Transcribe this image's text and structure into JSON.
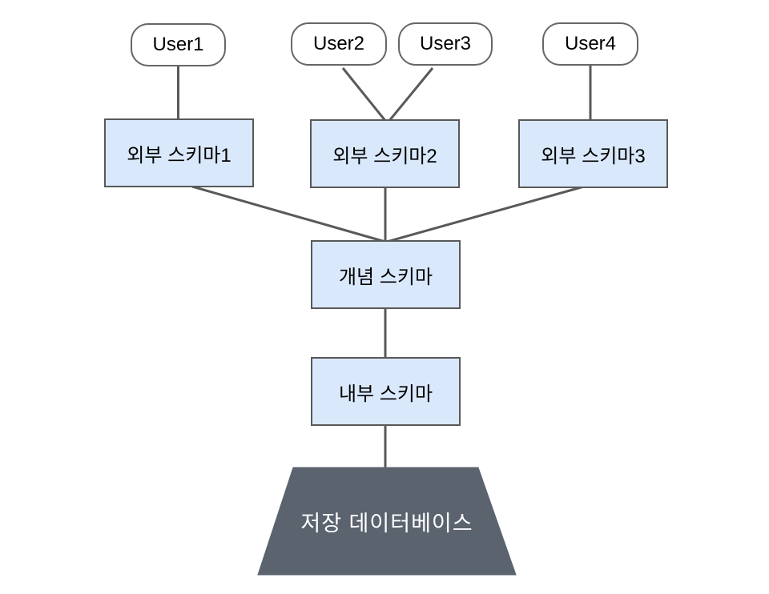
{
  "diagram": {
    "type": "database-three-schema-architecture",
    "users": [
      {
        "label": "User1"
      },
      {
        "label": "User2"
      },
      {
        "label": "User3"
      },
      {
        "label": "User4"
      }
    ],
    "external_schemas": [
      {
        "label": "외부 스키마1"
      },
      {
        "label": "외부 스키마2"
      },
      {
        "label": "외부 스키마3"
      }
    ],
    "conceptual_schema": {
      "label": "개념 스키마"
    },
    "internal_schema": {
      "label": "내부 스키마"
    },
    "stored_database": {
      "label": "저장 데이터베이스"
    },
    "edges": [
      {
        "from": "User1",
        "to": "외부 스키마1"
      },
      {
        "from": "User2",
        "to": "외부 스키마2"
      },
      {
        "from": "User3",
        "to": "외부 스키마2"
      },
      {
        "from": "User4",
        "to": "외부 스키마3"
      },
      {
        "from": "외부 스키마1",
        "to": "개념 스키마"
      },
      {
        "from": "외부 스키마2",
        "to": "개념 스키마"
      },
      {
        "from": "외부 스키마3",
        "to": "개념 스키마"
      },
      {
        "from": "개념 스키마",
        "to": "내부 스키마"
      },
      {
        "from": "내부 스키마",
        "to": "저장 데이터베이스"
      }
    ]
  },
  "colors": {
    "background": "#ffffff",
    "node_fill": "#dae8fc",
    "node_border": "#595959",
    "pill_fill": "#ffffff",
    "pill_border": "#666666",
    "line": "#595959",
    "database_fill": "#5b636f",
    "database_text": "#ffffff",
    "text": "#000000"
  }
}
